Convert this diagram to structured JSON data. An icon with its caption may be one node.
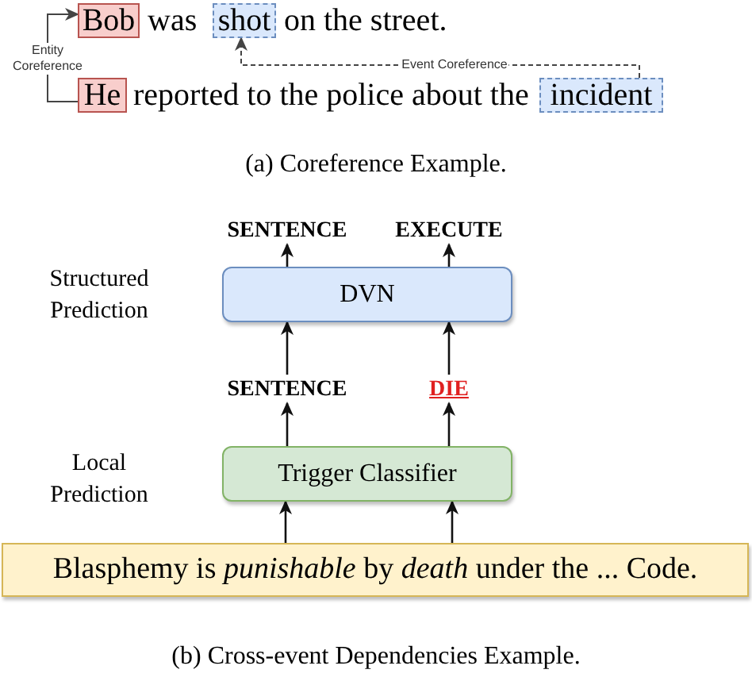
{
  "diagram": {
    "nodes": [
      {
        "text": [
          "Bob"
        ]
      },
      {
        "text": [
          "shot"
        ]
      },
      {
        "text": [
          "He"
        ]
      },
      {
        "text": [
          "incident"
        ]
      },
      {
        "text": [
          "SENTENCE"
        ]
      },
      {
        "text": [
          "EXECUTE"
        ]
      },
      {
        "text": [
          "DVN"
        ]
      },
      {
        "text": [
          "SENTENCE"
        ]
      },
      {
        "text": [
          "DIE"
        ]
      },
      {
        "text": [
          "Trigger Classifier"
        ]
      },
      {
        "text": [
          "Blasphemy is *punishable* by *death* under the ... Code."
        ]
      }
    ],
    "edges": [
      {
        "from": 2,
        "to": 0,
        "arrow": "to",
        "label": "Entity Coreference"
      },
      {
        "from": 3,
        "to": 1,
        "arrow": "to",
        "label": "Event Coreference",
        "style": "dashed"
      },
      {
        "from": 6,
        "to": 4,
        "arrow": "to"
      },
      {
        "from": 6,
        "to": 5,
        "arrow": "to"
      },
      {
        "from": 7,
        "to": 6,
        "arrow": "to"
      },
      {
        "from": 8,
        "to": 6,
        "arrow": "to"
      },
      {
        "from": 9,
        "to": 7,
        "arrow": "to"
      },
      {
        "from": 9,
        "to": 8,
        "arrow": "to"
      },
      {
        "from": 10,
        "to": 9,
        "arrow": "to"
      },
      {
        "from": 10,
        "to": 9,
        "arrow": "to"
      }
    ],
    "labels": [
      "was",
      "on the street.",
      "reported to the police about the",
      "(a) Coreference Example.",
      "Structured Prediction",
      "Local Prediction",
      "(b) Cross-event Dependencies Example."
    ]
  }
}
